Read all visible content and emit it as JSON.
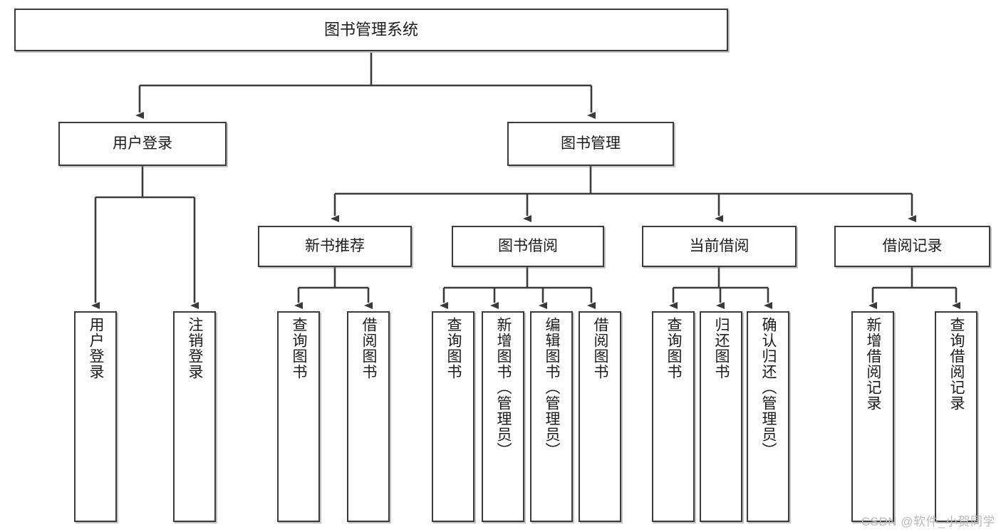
{
  "diagram": {
    "type": "tree-hierarchy-flowchart",
    "title": "图书管理系统",
    "watermark": "CSDN @软件_小贺同学",
    "colors": {
      "box_border": "#3b3b3b",
      "box_fill": "#ffffff",
      "edge": "#3b3b3b",
      "text": "#1b1b1b",
      "watermark": "#b9b9b9"
    },
    "nodes": {
      "root": {
        "label": "图书管理系统"
      },
      "level2": [
        {
          "id": "user-login",
          "label": "用户登录"
        },
        {
          "id": "book-manage",
          "label": "图书管理"
        }
      ],
      "level3": [
        {
          "id": "new-book-recommend",
          "label": "新书推荐"
        },
        {
          "id": "book-borrow",
          "label": "图书借阅"
        },
        {
          "id": "current-borrow",
          "label": "当前借阅"
        },
        {
          "id": "borrow-record",
          "label": "借阅记录"
        }
      ],
      "leaves": {
        "user-login": [
          {
            "id": "leaf-user-login",
            "label": "用户登录"
          },
          {
            "id": "leaf-logout-login",
            "label": "注销登录"
          }
        ],
        "new-book-recommend": [
          {
            "id": "leaf-query-book-1",
            "label": "查询图书"
          },
          {
            "id": "leaf-borrow-book-1",
            "label": "借阅图书"
          }
        ],
        "book-borrow": [
          {
            "id": "leaf-query-book-2",
            "label": "查询图书"
          },
          {
            "id": "leaf-add-book",
            "label": "新增图书（管理员）"
          },
          {
            "id": "leaf-edit-book",
            "label": "编辑图书（管理员）"
          },
          {
            "id": "leaf-borrow-book-2",
            "label": "借阅图书"
          }
        ],
        "current-borrow": [
          {
            "id": "leaf-query-book-3",
            "label": "查询图书"
          },
          {
            "id": "leaf-return-book",
            "label": "归还图书"
          },
          {
            "id": "leaf-confirm-return",
            "label": "确认归还（管理员）"
          }
        ],
        "borrow-record": [
          {
            "id": "leaf-add-record",
            "label": "新增借阅记录"
          },
          {
            "id": "leaf-query-record",
            "label": "查询借阅记录"
          }
        ]
      }
    }
  }
}
